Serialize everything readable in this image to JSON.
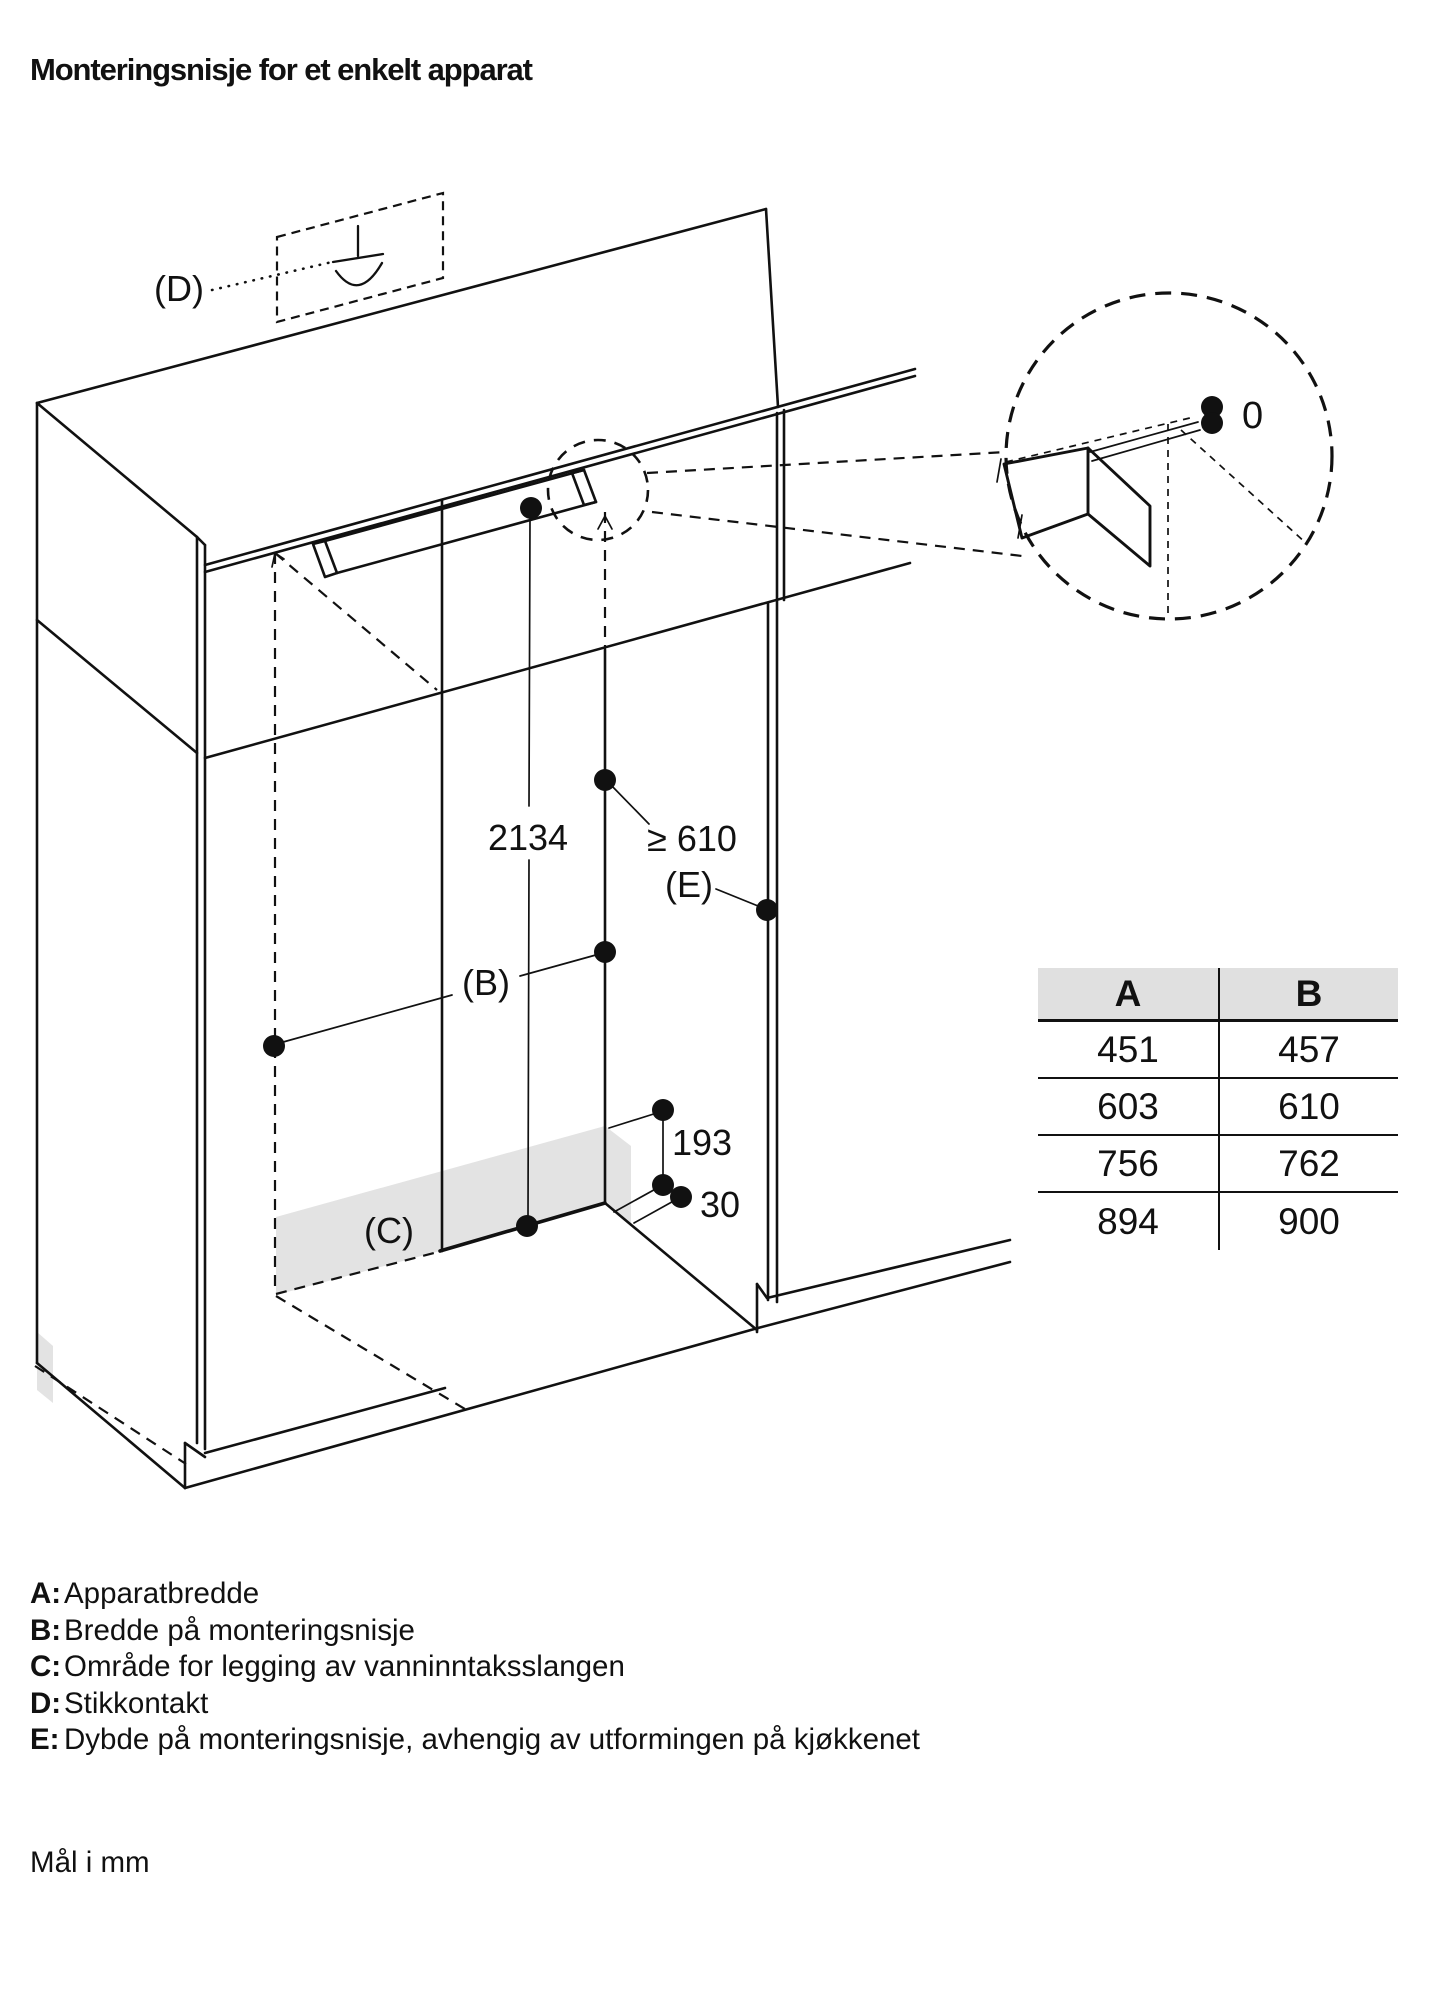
{
  "title": "Monteringsnisje for et enkelt apparat",
  "diagram": {
    "labels": {
      "socket_ref": "(D)",
      "zero": "0",
      "niche_height": "2134",
      "niche_depth_min": "≥ 610",
      "depth_ref": "(E)",
      "width_ref": "(B)",
      "hose_ref": "(C)",
      "offset_upper": "193",
      "offset_lower": "30"
    }
  },
  "table": {
    "col_a": "A",
    "col_b": "B",
    "rows": [
      {
        "a": "451",
        "b": "457"
      },
      {
        "a": "603",
        "b": "610"
      },
      {
        "a": "756",
        "b": "762"
      },
      {
        "a": "894",
        "b": "900"
      }
    ]
  },
  "legend": [
    {
      "key": "A:",
      "text": "Apparatbredde"
    },
    {
      "key": "B:",
      "text": "Bredde på monteringsnisje"
    },
    {
      "key": "C:",
      "text": "Område for legging av vanninntaksslangen"
    },
    {
      "key": "D:",
      "text": "Stikkontakt"
    },
    {
      "key": "E:",
      "text": "Dybde på monteringsnisje, avhengig av utformingen på kjøkkenet"
    }
  ],
  "note": "Mål i mm",
  "colors": {
    "ink": "#111111",
    "hose_band": "#e3e3e3",
    "table_header": "#e0e0e0"
  }
}
